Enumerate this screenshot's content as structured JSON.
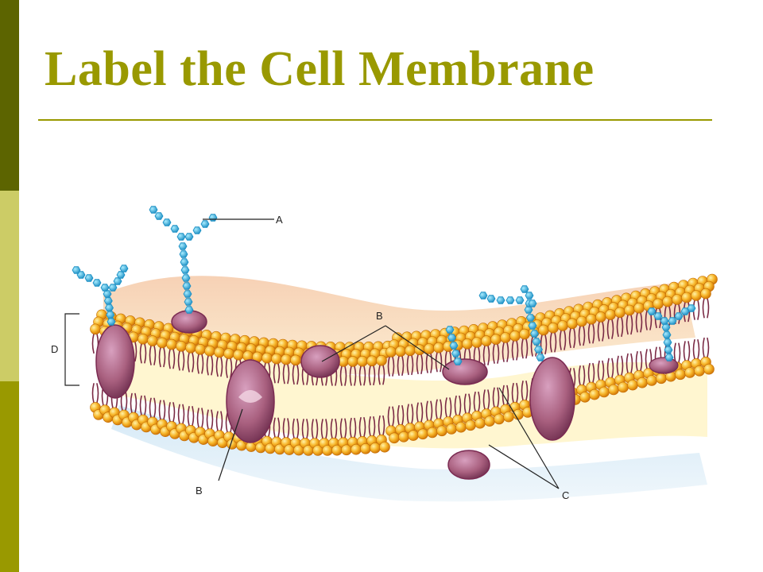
{
  "slide": {
    "title": "Label the Cell Membrane"
  },
  "diagram": {
    "labels": {
      "a": "A",
      "b_top": "B",
      "b_bottom": "B",
      "c": "C",
      "d": "D"
    }
  },
  "colors": {
    "title": "#999900",
    "bar_dark": "#5c6400",
    "bar_light": "#cccc66",
    "bar_olive": "#999900",
    "phosphate_head": "#f5a91f",
    "protein": "#a0527a",
    "carbohydrate_chain": "#29a8d8"
  }
}
